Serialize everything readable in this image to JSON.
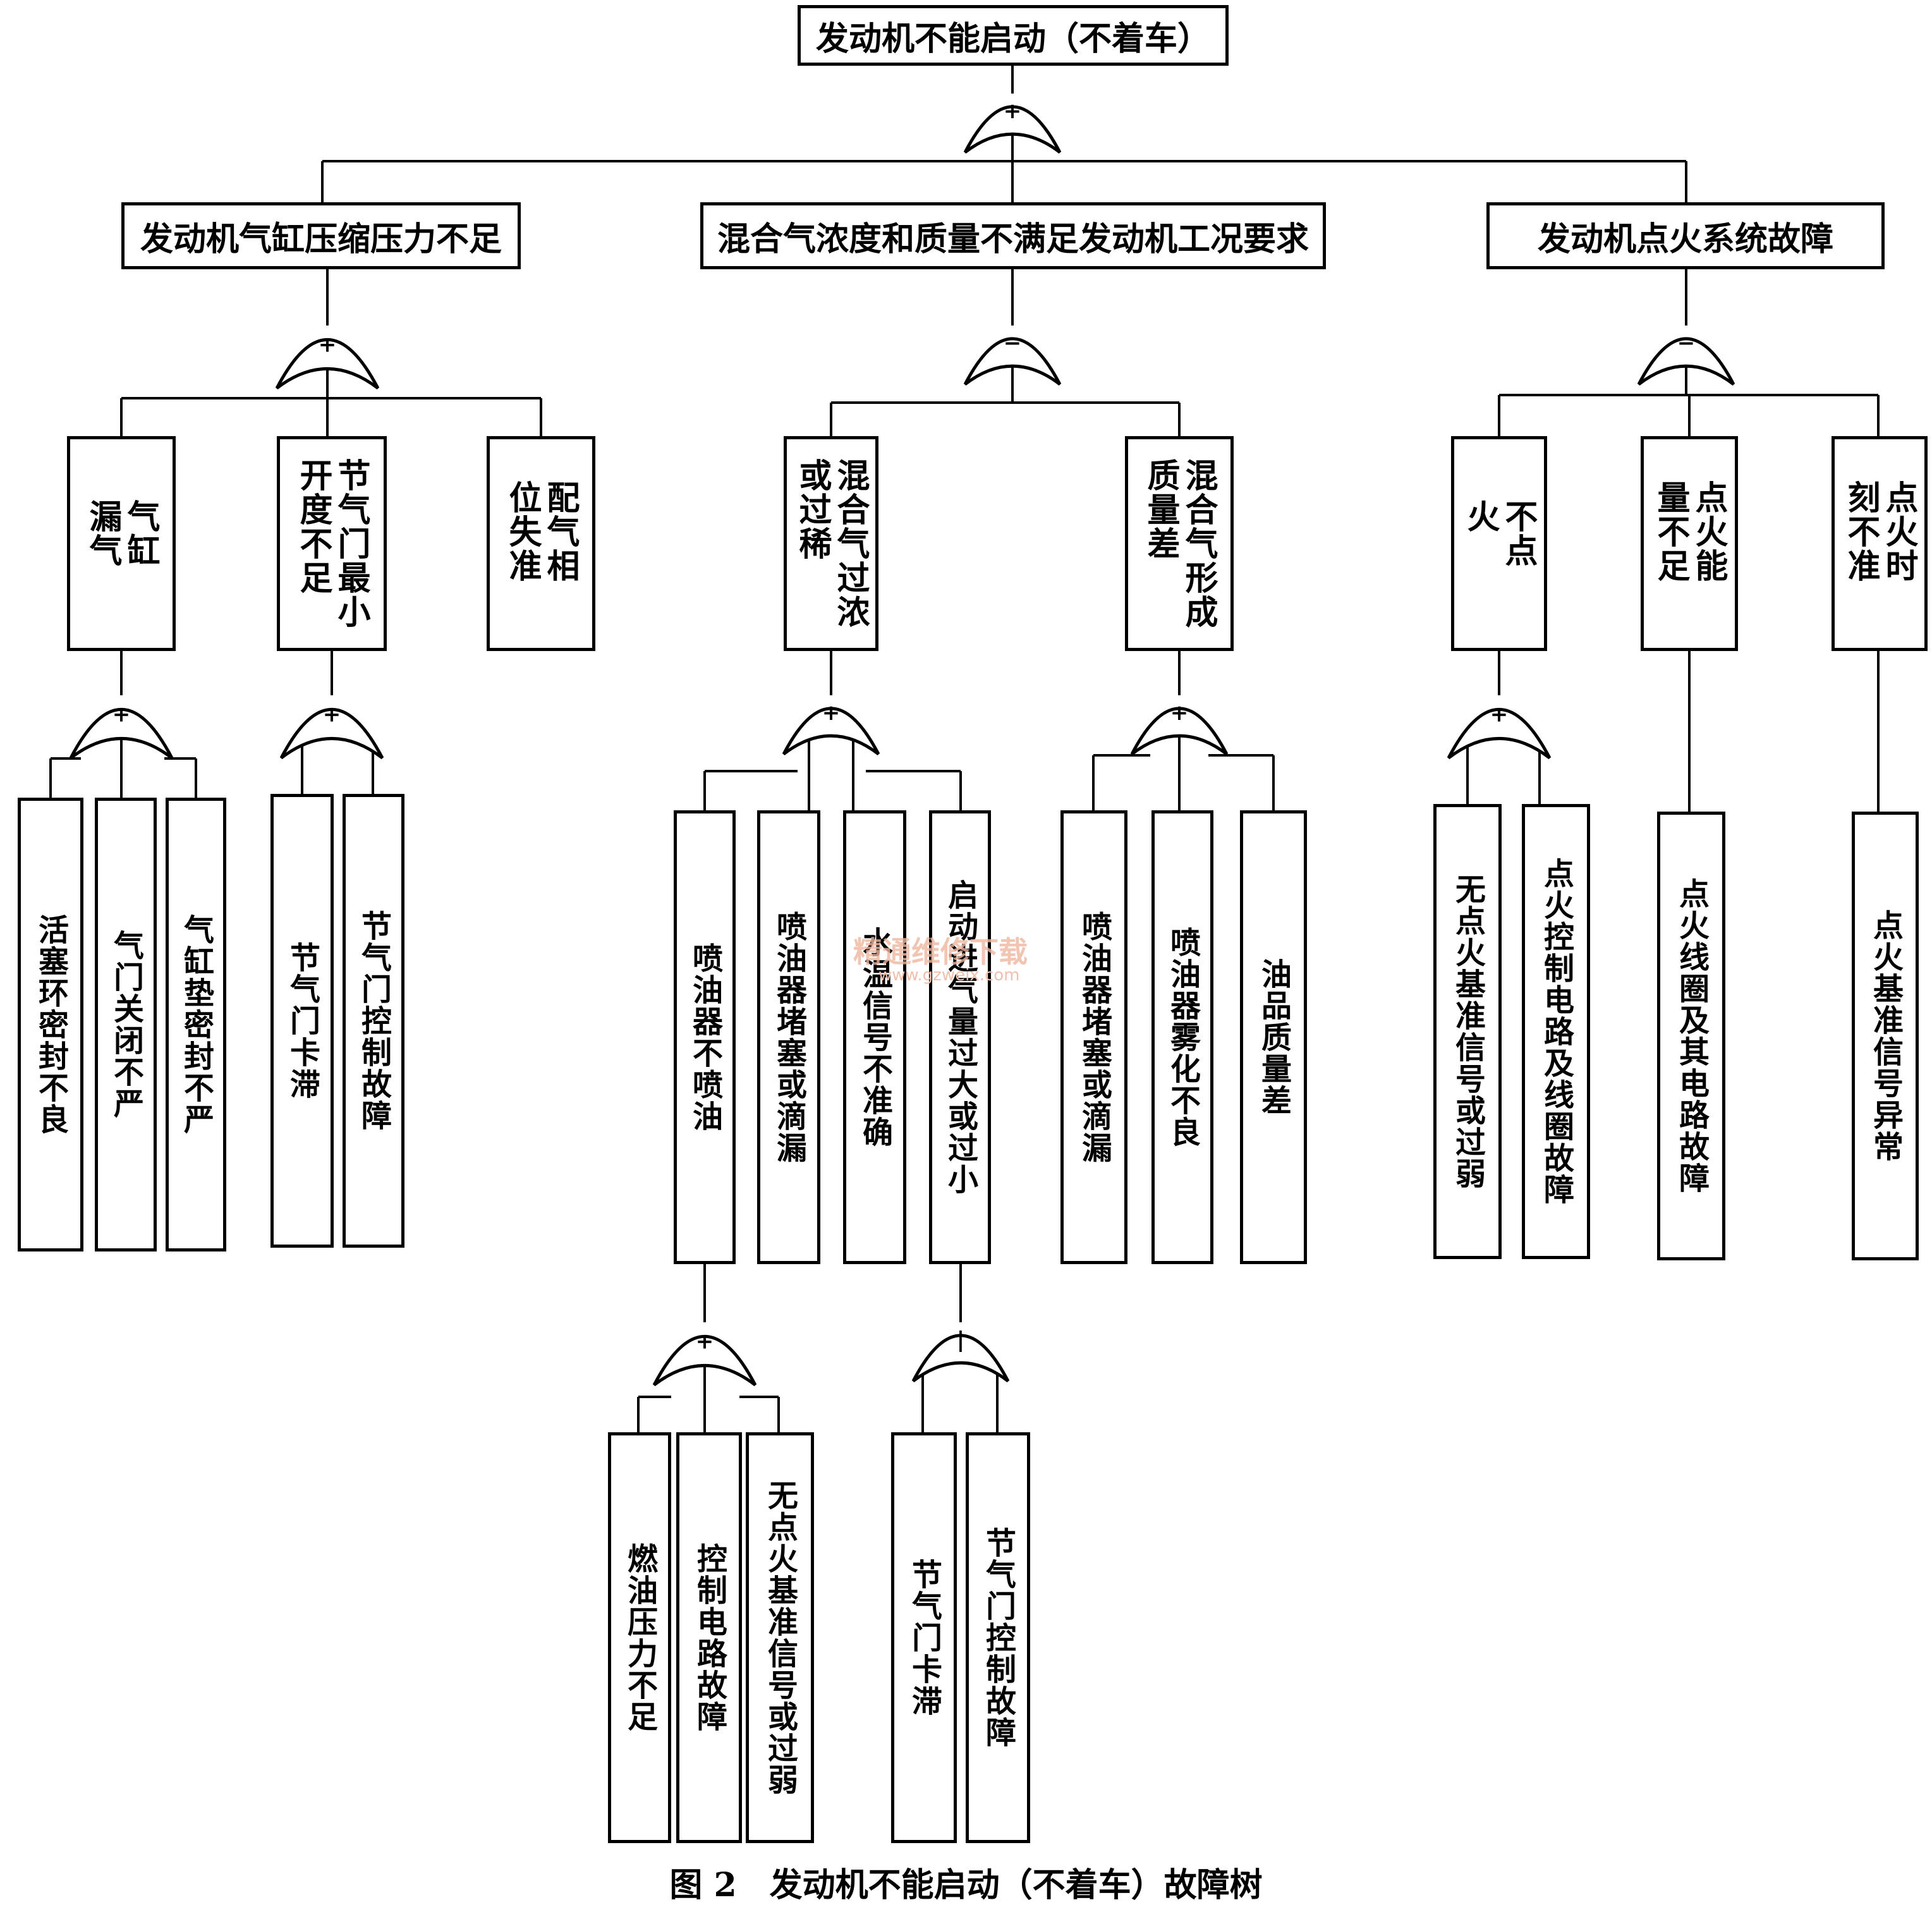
{
  "title": "发动机不能启动（不着车）",
  "caption": "图 2　发动机不能启动（不着车）故障树",
  "watermark": {
    "main": "精通维修下载",
    "url": "www.gzweix.com"
  },
  "gate_symbols": {
    "or": "+",
    "minus": "−",
    "bar": "|"
  },
  "level1": {
    "compression": "发动机气缸压缩压力不足",
    "mixture": "混合气浓度和质量不满足发动机工况要求",
    "ignition": "发动机点火系统故障"
  },
  "level2": {
    "cylinder_leak": "气缸漏气",
    "throttle_min_opening": "节气门最小开度不足",
    "valve_timing": "配气相位失准",
    "mixture_rich_lean": "混合气过浓或过稀",
    "mixture_quality": "混合气形成质量差",
    "no_spark": "不点火",
    "spark_energy": "点火能量不足",
    "spark_timing": "点火时刻不准"
  },
  "level3": {
    "piston_ring": "活塞环密封不良",
    "valve_close": "气门关闭不严",
    "head_gasket": "气缸垫密封不严",
    "throttle_stuck_a": "节气门卡滞",
    "throttle_ctrl_a": "节气门控制故障",
    "injector_no_spray": "喷油器不喷油",
    "injector_clog_a": "喷油器堵塞或滴漏",
    "coolant_signal": "水温信号不准确",
    "start_intake": "启动进气量过大或过小",
    "injector_clog_b": "喷油器堵塞或滴漏",
    "injector_atom": "喷油器雾化不良",
    "fuel_quality": "油品质量差",
    "no_ref_signal_a": "无点火基准信号或过弱",
    "ign_ctrl_circuit": "点火控制电路及线圈故障",
    "coil_circuit": "点火线圈及其电路故障",
    "ref_signal_abnormal": "点火基准信号异常"
  },
  "level4": {
    "fuel_pressure": "燃油压力不足",
    "ctrl_circuit": "控制电路故障",
    "no_ref_signal_b": "无点火基准信号或过弱",
    "throttle_stuck_b": "节气门卡滞",
    "throttle_ctrl_b": "节气门控制故障"
  }
}
